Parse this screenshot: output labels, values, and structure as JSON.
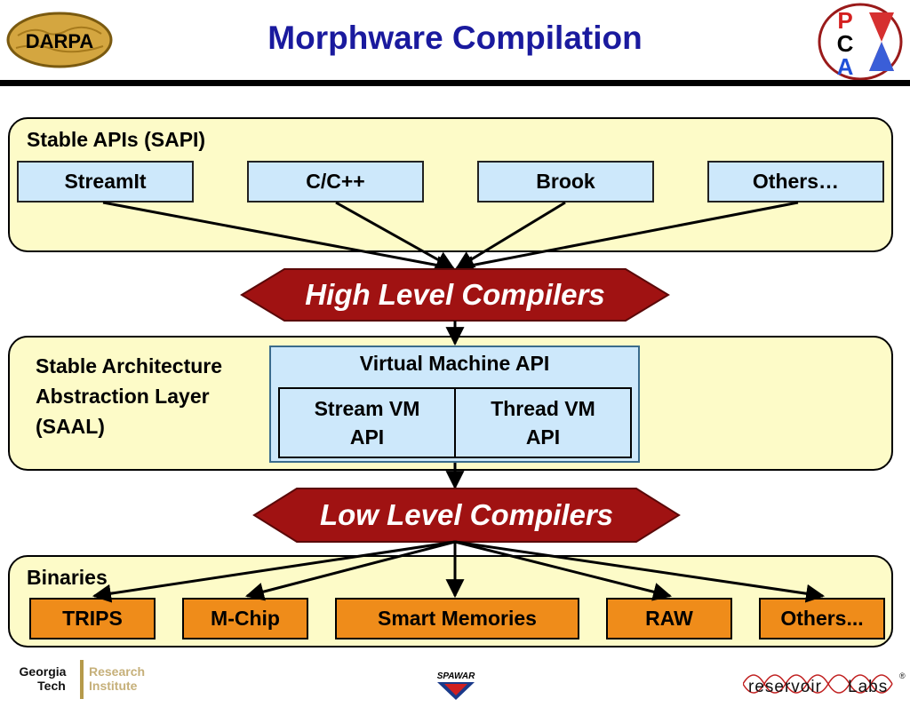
{
  "header": {
    "title": "Morphware Compilation",
    "left_logo_text": "DARPA",
    "right_logo_letters": [
      "P",
      "C",
      "A"
    ]
  },
  "sapi": {
    "label": "Stable APIs (SAPI)",
    "languages": [
      "StreamIt",
      "C/C++",
      "Brook",
      "Others…"
    ]
  },
  "high_level_compilers": "High Level Compilers",
  "saal": {
    "label_lines": [
      "Stable Architecture",
      "Abstraction Layer",
      "(SAAL)"
    ],
    "vm_title": "Virtual Machine API",
    "stream_vm": [
      "Stream VM",
      "API"
    ],
    "thread_vm": [
      "Thread VM",
      "API"
    ]
  },
  "low_level_compilers": "Low Level Compilers",
  "binaries": {
    "label": "Binaries",
    "targets": [
      "TRIPS",
      "M-Chip",
      "Smart Memories",
      "RAW",
      "Others..."
    ]
  },
  "footer": {
    "georgia_tech": [
      "Georgia",
      "Tech"
    ],
    "gtri": [
      "Research",
      "Institute"
    ],
    "spawar": "SPAWAR",
    "reservoir": "reservoir",
    "labs": "Labs",
    "registered": "®"
  },
  "colors": {
    "title": "#1a1a9e",
    "panel_fill": "#fdfbc8",
    "api_box": "#cde8fb",
    "compiler_banner": "#a01212",
    "binary_box": "#ef8c1a"
  }
}
